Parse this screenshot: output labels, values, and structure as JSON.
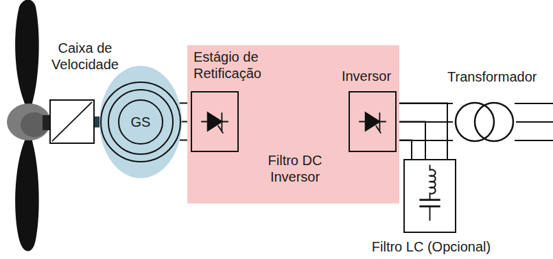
{
  "diagram": {
    "nodes": [
      {
        "text": [
          "Caixa de Velocidade"
        ]
      },
      {
        "text": [
          "GS"
        ]
      },
      {
        "text": [
          "Filtro DC Inversor"
        ]
      },
      {
        "text": [
          "Estágio de Retificação"
        ],
        "in": 2
      },
      {
        "text": [
          "Inversor"
        ],
        "in": 2
      },
      {
        "text": [
          "Transformador"
        ]
      },
      {
        "text": [
          "Filtro LC (Opcional)"
        ]
      }
    ],
    "edges": [
      {
        "from": 0,
        "to": 1,
        "arrow": "none"
      },
      {
        "from": 1,
        "to": 3,
        "arrow": "none"
      },
      {
        "from": 3,
        "to": 4,
        "arrow": "none"
      },
      {
        "from": 4,
        "to": 5,
        "arrow": "none"
      },
      {
        "from": 4,
        "to": 6,
        "arrow": "none"
      }
    ]
  }
}
